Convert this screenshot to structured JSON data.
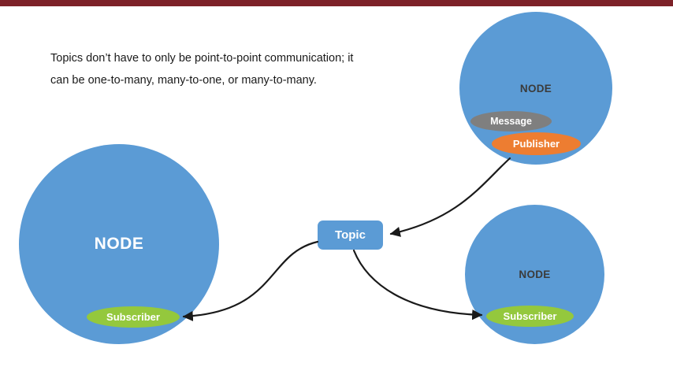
{
  "caption": "Topics don’t have to only be point-to-point communication; it\ncan be one-to-many, many-to-one, or many-to-many.",
  "topic": {
    "label": "Topic"
  },
  "nodes": {
    "left": {
      "label": "NODE",
      "subscriber": "Subscriber"
    },
    "top_right": {
      "label": "NODE",
      "message": "Message",
      "publisher": "Publisher"
    },
    "bottom_right": {
      "label": "NODE",
      "subscriber": "Subscriber"
    }
  },
  "colors": {
    "node_fill": "#5B9BD5",
    "topic_fill": "#5B9BD5",
    "subscriber_fill": "#94C83D",
    "publisher_fill": "#ED7D31",
    "message_fill": "#7F7F7F",
    "top_bar": "#7D2128",
    "arrow": "#1A1A1A"
  }
}
